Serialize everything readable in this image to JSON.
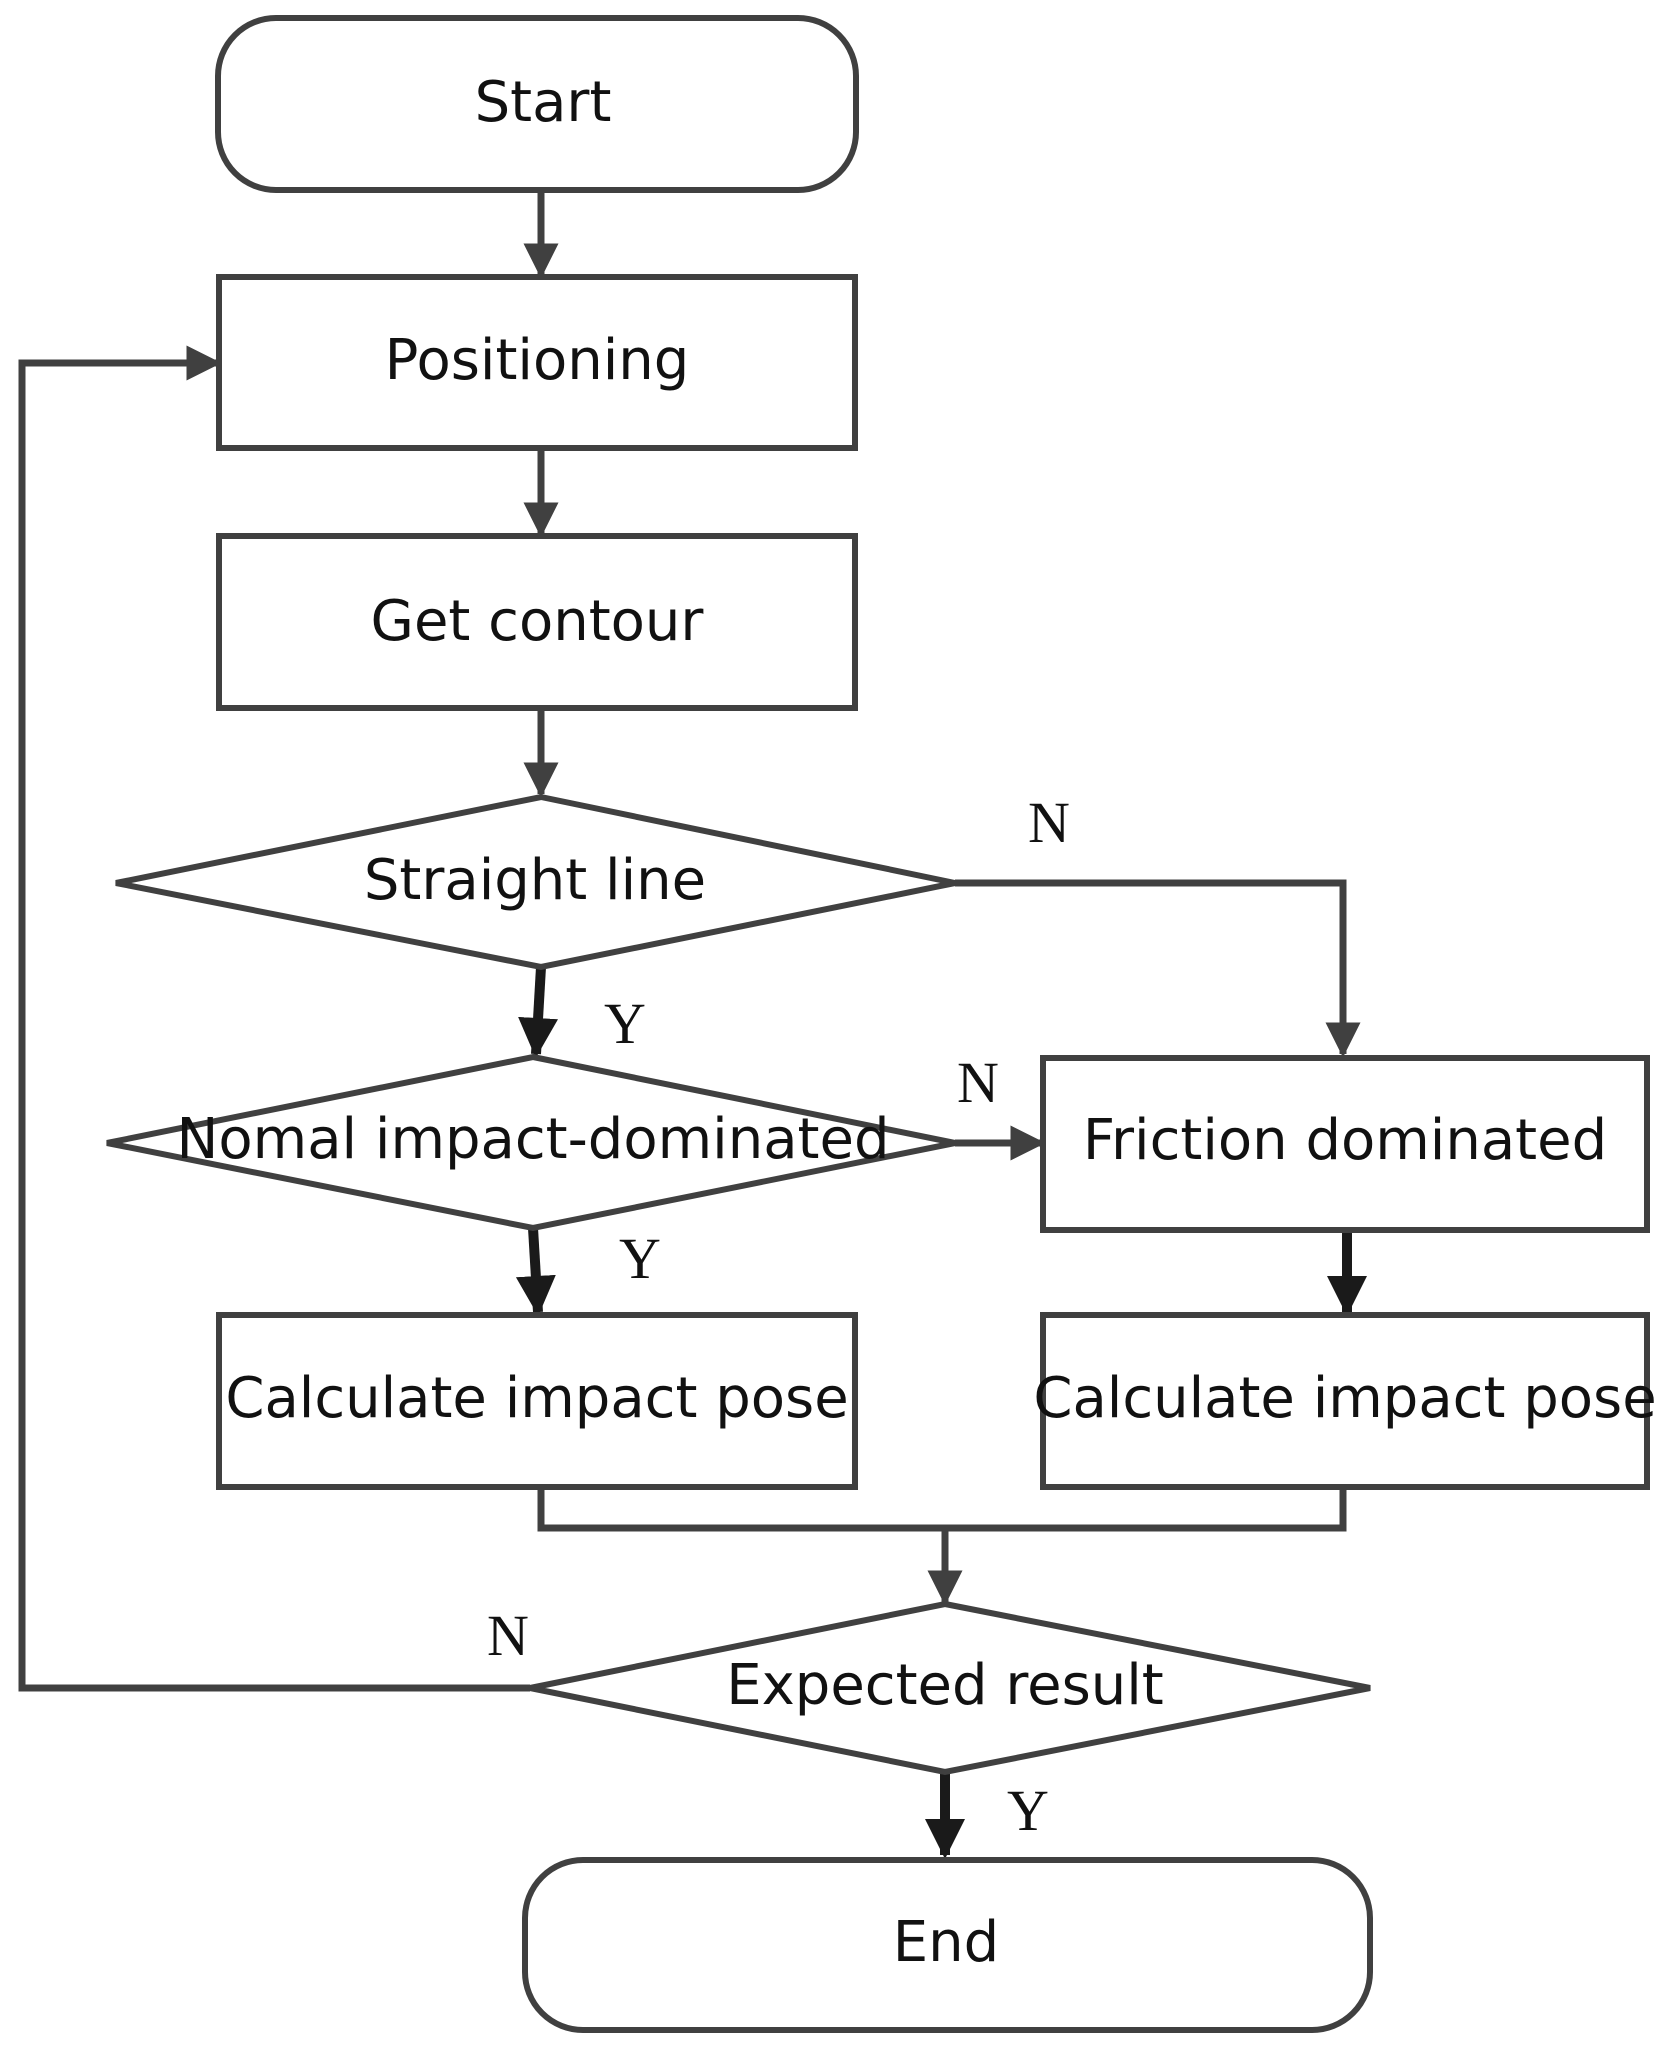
{
  "nodes": {
    "start": "Start",
    "positioning": "Positioning",
    "get_contour": "Get contour",
    "straight_line": "Straight line",
    "normal_impact": "Nomal impact-dominated",
    "friction": "Friction dominated",
    "calc_left": "Calculate impact pose",
    "calc_right": "Calculate impact pose",
    "expected": "Expected result",
    "end": "End"
  },
  "branch_labels": {
    "straight_no": "N",
    "straight_yes": "Y",
    "normal_no": "N",
    "normal_yes": "Y",
    "expected_no": "N",
    "expected_yes": "Y"
  }
}
